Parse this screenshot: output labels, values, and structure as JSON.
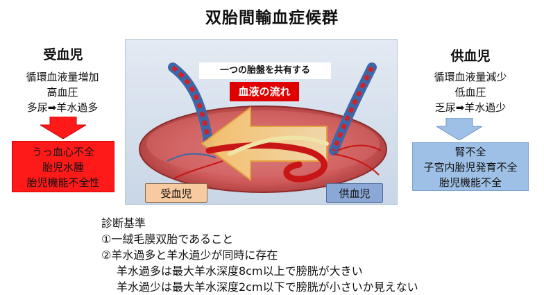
{
  "title": "双胎間輸血症候群",
  "recipient": {
    "heading": "受血児",
    "lines": [
      "循環血液量増加",
      "高血圧",
      "多尿➡羊水過多"
    ],
    "outcomes": [
      "うっ血心不全",
      "胎児水腫",
      "胎児機能不全性"
    ],
    "arrow_color": "#ff1a1a"
  },
  "donor": {
    "heading": "供血児",
    "lines": [
      "循環血液量減少",
      "低血圧",
      "乏尿➡羊水過少"
    ],
    "outcomes": [
      "腎不全",
      "子宮内胎児発育不全",
      "胎児機能不全"
    ],
    "arrow_color": "#9fc0e6"
  },
  "illustration": {
    "shared_placenta_label": "一つの胎盤を共有する",
    "blood_flow_label": "血液の流れ",
    "recipient_tag": "受血児",
    "donor_tag": "供血児"
  },
  "criteria": {
    "heading": "診断基準",
    "items": [
      "①一絨毛膜双胎であること",
      "②羊水過多と羊水過少が同時に存在",
      "羊水過多は最大羊水深度8cm以上で膀胱が大きい",
      "羊水過少は最大羊水深度2cm以下で膀胱が小さいか見えない"
    ]
  }
}
